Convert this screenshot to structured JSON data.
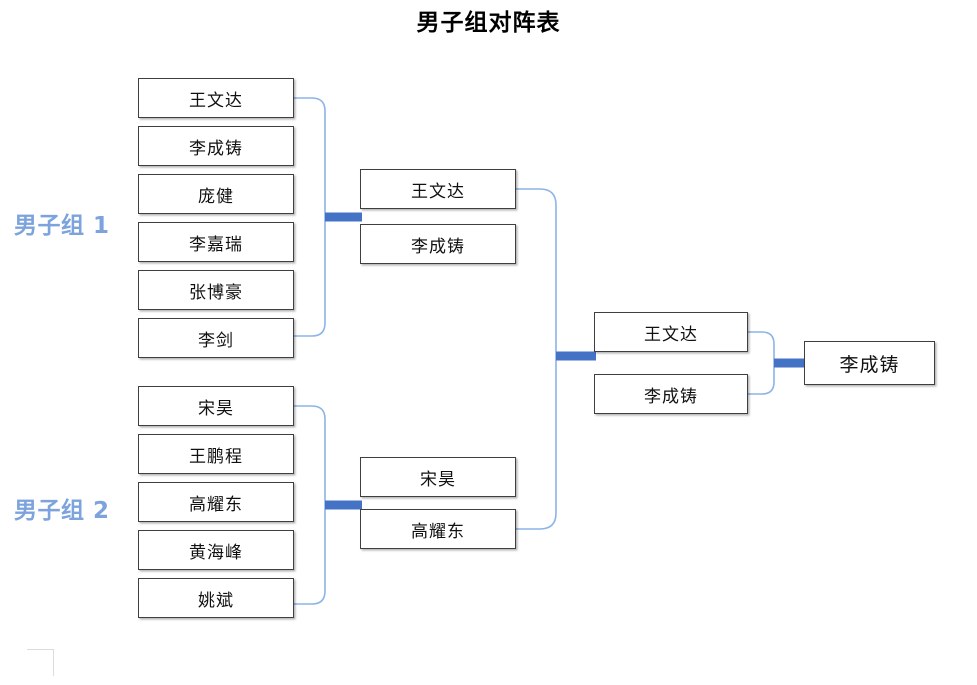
{
  "title": "男子组对阵表",
  "accent": {
    "bracket_line": "#8CB4E8",
    "connector_bar": "#4472C4",
    "group_label": "#7CA3DC",
    "box_border": "#3f3f3f"
  },
  "groups": [
    {
      "label": "男子组 1",
      "players": [
        "王文达",
        "李成铸",
        "庞健",
        "李嘉瑞",
        "张博豪",
        "李剑"
      ]
    },
    {
      "label": "男子组 2",
      "players": [
        "宋昊",
        "王鹏程",
        "高耀东",
        "黄海峰",
        "姚斌"
      ]
    }
  ],
  "round2": {
    "top": [
      "王文达",
      "李成铸"
    ],
    "bottom": [
      "宋昊",
      "高耀东"
    ]
  },
  "round3": [
    "王文达",
    "李成铸"
  ],
  "champion": "李成铸"
}
